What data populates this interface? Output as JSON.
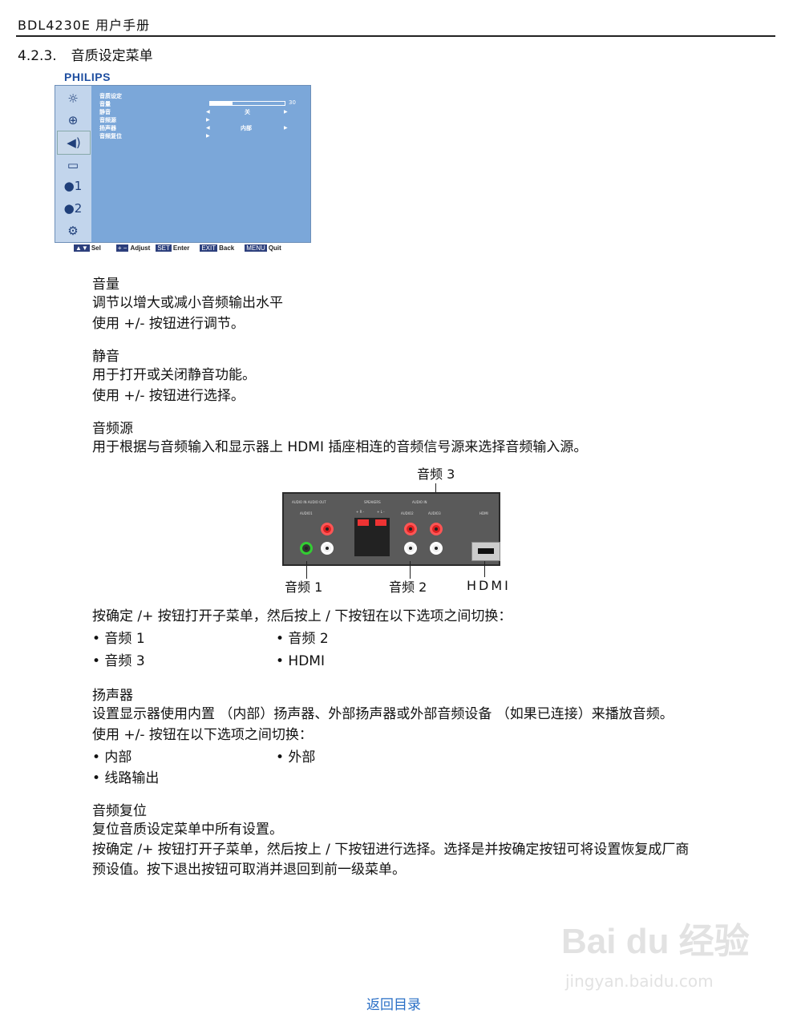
{
  "header": {
    "title": "BDL4230E 用户手册"
  },
  "section": {
    "number": "4.2.3.",
    "title": "音质设定菜单"
  },
  "osd": {
    "logo": "PHILIPS",
    "menu_title": "音质设定",
    "items": [
      {
        "label": "音量",
        "value": "30",
        "level": 30
      },
      {
        "label": "静音",
        "value": "关"
      },
      {
        "label": "音频源",
        "value": ""
      },
      {
        "label": "扬声器",
        "value": "内部"
      },
      {
        "label": "音频复位",
        "value": ""
      }
    ],
    "legend": [
      {
        "key": "▲▼",
        "label": "Sel"
      },
      {
        "key": "+ −",
        "label": "Adjust"
      },
      {
        "key": "SET",
        "label": "Enter"
      },
      {
        "key": "EXIT",
        "label": "Back"
      },
      {
        "key": "MENU",
        "label": "Quit"
      }
    ],
    "sidebar_icons": [
      "picture-icon",
      "screen-position-icon",
      "audio-icon",
      "pip-icon",
      "user-settings-1-icon",
      "user-settings-2-icon",
      "settings-icon"
    ]
  },
  "volume": {
    "heading": "音量",
    "lines": [
      "调节以增大或减小音频输出水平",
      "使用 +/- 按钮进行调节。"
    ]
  },
  "mute": {
    "heading": "静音",
    "lines": [
      "用于打开或关闭静音功能。",
      "使用 +/- 按钮进行选择。"
    ]
  },
  "audio_source": {
    "heading": "音频源",
    "lines": [
      "用于根据与音频输入和显示器上 HDMI 插座相连的音频信号源来选择音频输入源。",
      "按确定 /+ 按钮打开子菜单，然后按上 / 下按钮在以下选项之间切换："
    ],
    "callouts": {
      "audio3": "音频 3",
      "audio1": "音频 1",
      "audio2": "音频 2",
      "hdmi": "HDMI"
    },
    "panel_labels": {
      "audio_in_out": "AUDIO IN  AUDIO OUT",
      "audio1": "AUDIO1",
      "speakers": "SPEAKERS",
      "r": "+ R -",
      "l": "+ L -",
      "audio_in": "AUDIO IN",
      "audio2": "AUDIO2",
      "audio3": "AUDIO3",
      "hdmi": "HDMI"
    },
    "options": [
      "• 音频 1",
      "• 音频 2",
      "• 音频 3",
      "• HDMI"
    ]
  },
  "speaker": {
    "heading": "扬声器",
    "lines": [
      "设置显示器使用内置 （内部）扬声器、外部扬声器或外部音频设备 （如果已连接）来播放音频。",
      "使用 +/- 按钮在以下选项之间切换："
    ],
    "options": [
      "• 内部",
      "• 外部",
      "• 线路输出"
    ]
  },
  "audio_reset": {
    "heading": "音频复位",
    "lines": [
      "复位音质设定菜单中所有设置。",
      "按确定 /+ 按钮打开子菜单，然后按上 / 下按钮进行选择。选择是并按确定按钮可将设置恢复成厂商",
      "预设值。按下退出按钮可取消并退回到前一级菜单。"
    ]
  },
  "watermark": {
    "brand": "Bai du 经验",
    "url": "jingyan.baidu.com"
  },
  "footer": {
    "toc_link": "返回目录"
  }
}
